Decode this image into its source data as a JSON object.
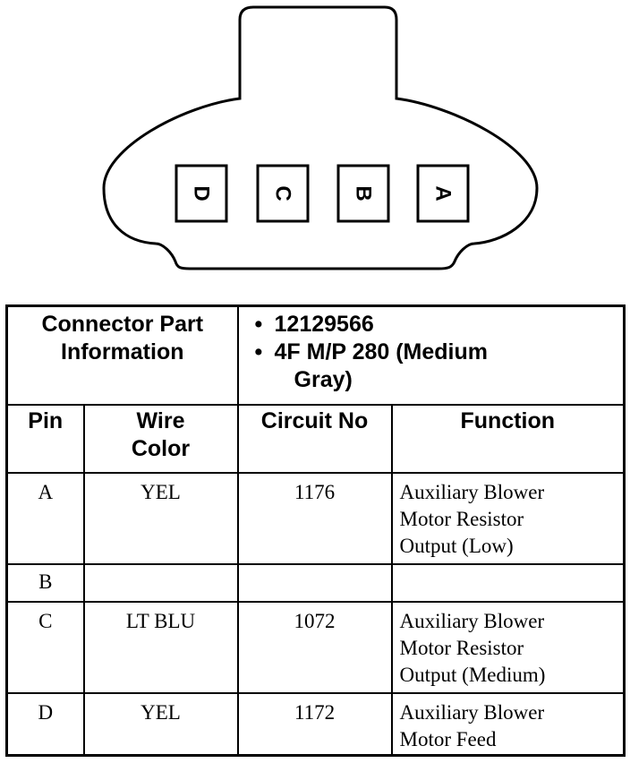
{
  "connector": {
    "pins": [
      "D",
      "C",
      "B",
      "A"
    ]
  },
  "table": {
    "part_info_label": "Connector Part Information",
    "part_info": {
      "bullet": "•",
      "part_number": "12129566",
      "description_line1": "4F M/P 280 (Medium",
      "description_line2": "Gray)"
    },
    "headers": {
      "pin": "Pin",
      "wire_color": "Wire Color",
      "circuit_no": "Circuit No",
      "function": "Function"
    },
    "rows": [
      {
        "pin": "A",
        "wire_color": "YEL",
        "circuit_no": "1176",
        "function": [
          "Auxiliary Blower",
          "Motor Resistor",
          "Output (Low)"
        ]
      },
      {
        "pin": "B",
        "wire_color": "",
        "circuit_no": "",
        "function": []
      },
      {
        "pin": "C",
        "wire_color": "LT BLU",
        "circuit_no": "1072",
        "function": [
          "Auxiliary Blower",
          "Motor Resistor",
          "Output (Medium)"
        ]
      },
      {
        "pin": "D",
        "wire_color": "YEL",
        "circuit_no": "1172",
        "function": [
          "Auxiliary Blower",
          "Motor Feed"
        ]
      }
    ]
  }
}
